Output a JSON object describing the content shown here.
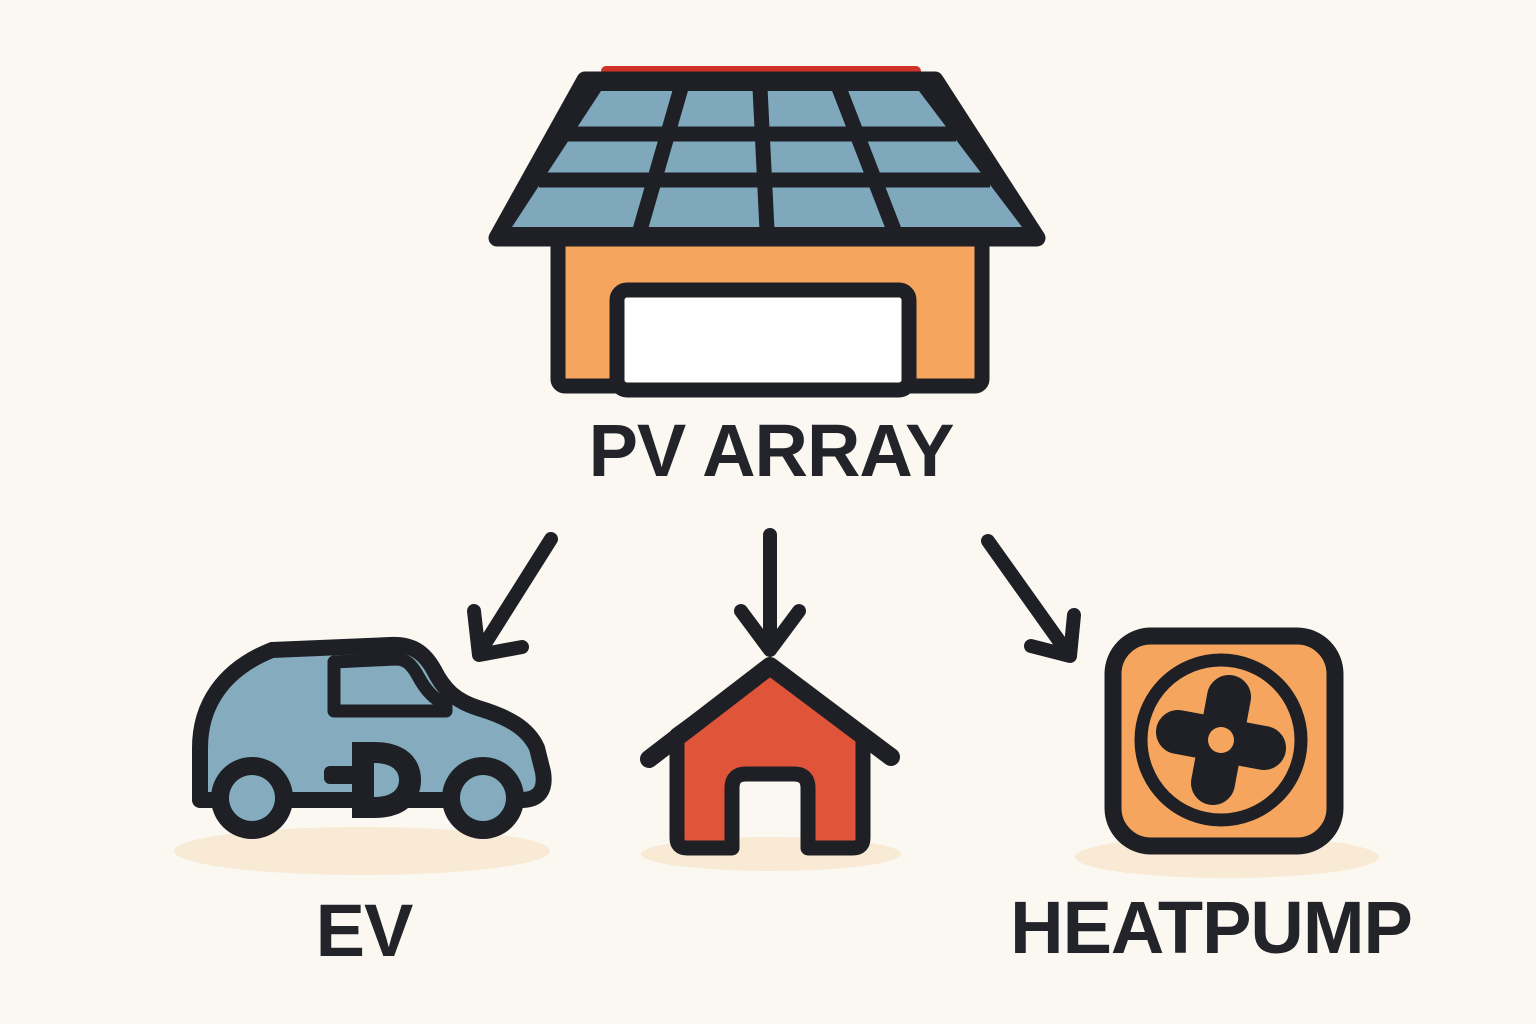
{
  "colors": {
    "background": "#fbf8f2",
    "outline": "#1e2025",
    "text": "#23242a",
    "panel_blue": "#7fa8bd",
    "car_blue": "#84abbe",
    "orange": "#f6a55f",
    "house_red": "#e0553a",
    "ridge_red": "#cf3226",
    "shadow_cream": "#f8ead4",
    "white": "#ffffff"
  },
  "diagram": {
    "source_node": {
      "icon": "solar-panel-house-icon",
      "label": "PV ARRAY"
    },
    "target_nodes": [
      {
        "icon": "ev-car-icon",
        "label": "EV"
      },
      {
        "icon": "house-icon",
        "label": ""
      },
      {
        "icon": "heatpump-fan-icon",
        "label": "HEATPUMP"
      }
    ],
    "edges": [
      {
        "from": "PV ARRAY",
        "to": "EV",
        "style": "arrow-down-left"
      },
      {
        "from": "PV ARRAY",
        "to": "house",
        "style": "arrow-down"
      },
      {
        "from": "PV ARRAY",
        "to": "HEATPUMP",
        "style": "arrow-down-right"
      }
    ]
  }
}
